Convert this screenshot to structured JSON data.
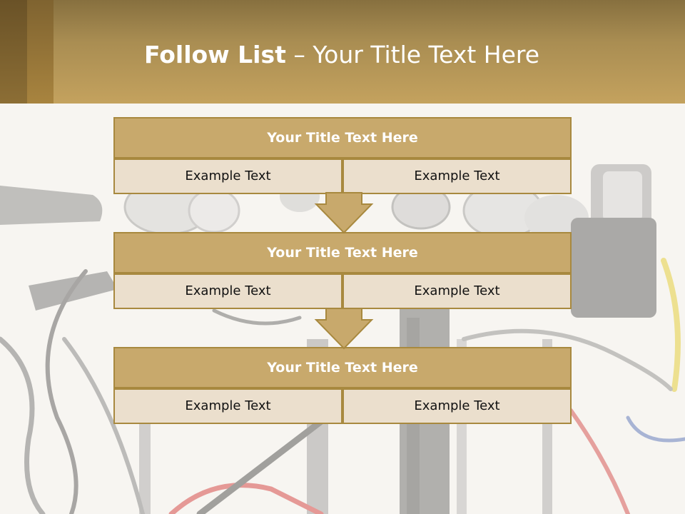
{
  "slide": {
    "title_bold": "Follow List",
    "title_rest": " – Your Title Text Here"
  },
  "blocks": [
    {
      "title": "Your Title Text Here",
      "left": "Example Text",
      "right": "Example Text"
    },
    {
      "title": "Your Title Text Here",
      "left": "Example Text",
      "right": "Example Text"
    },
    {
      "title": "Your Title Text Here",
      "left": "Example Text",
      "right": "Example Text"
    }
  ],
  "colors": {
    "header": "#c4a25e",
    "block_title_fill": "#c8a96c",
    "cell_fill": "#ebdfcd",
    "border": "#a8893f"
  },
  "icons": {
    "connector": "down-arrow-icon",
    "background": "microphones-image"
  }
}
